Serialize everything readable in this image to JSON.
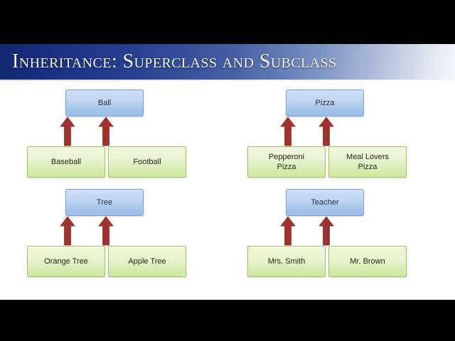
{
  "slide": {
    "title": "Inheritance: Superclass and Subclass",
    "colors": {
      "banner_start": "#12256e",
      "banner_end": "#f4f6fa",
      "superclass_fill": "#c0d6f2",
      "superclass_border": "#7ba3d0",
      "superclass_text": "#1f2b4d",
      "subclass_fill": "#e7f3cc",
      "subclass_border": "#a9bf6c",
      "subclass_text": "#23291c",
      "arrow_fill": "#9e3330",
      "letterbox": "#000000",
      "background": "#ffffff"
    }
  },
  "diagrams": [
    {
      "id": "ball",
      "superclass": "Ball",
      "subclasses": [
        "Baseball",
        "Football"
      ],
      "arrow_icon": "up-arrow-icon"
    },
    {
      "id": "pizza",
      "superclass": "Pizza",
      "subclasses": [
        "Pepperoni\nPizza",
        "Meal Lovers\nPizza"
      ],
      "arrow_icon": "up-arrow-icon"
    },
    {
      "id": "tree",
      "superclass": "Tree",
      "subclasses": [
        "Orange Tree",
        "Apple Tree"
      ],
      "arrow_icon": "up-arrow-icon"
    },
    {
      "id": "teacher",
      "superclass": "Teacher",
      "subclasses": [
        "Mrs. Smith",
        "Mr. Brown"
      ],
      "arrow_icon": "up-arrow-icon"
    }
  ]
}
